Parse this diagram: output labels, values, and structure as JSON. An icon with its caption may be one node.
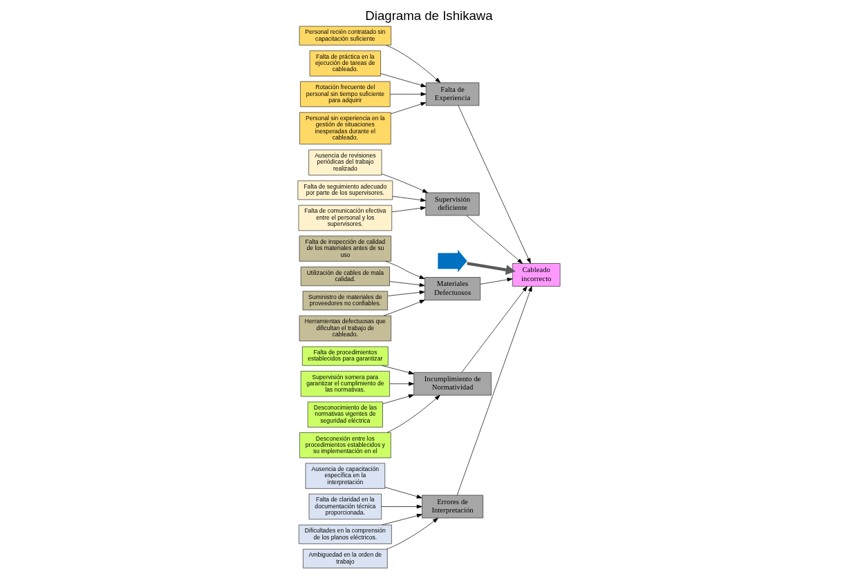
{
  "diagram": {
    "title": "Diagrama de Ishikawa",
    "nodes": [
      {
        "text": [
          "Errores de Interpretación"
        ]
      },
      {
        "text": [
          "Falta de Experiencia"
        ]
      },
      {
        "text": [
          "Supervisión deficiente"
        ]
      },
      {
        "text": [
          "Personal recién contratado sin capacitación suficiente"
        ]
      },
      {
        "text": [
          "Ausencia de revisiones periódicas del trabajo realizado"
        ]
      },
      {
        "text": [
          "Ausencia de capacitación específica en la interpretación"
        ]
      },
      {
        "text": [
          "Falta de claridad en la documentación técnica proporcionada."
        ]
      },
      {
        "text": [
          "Falta de práctica en la ejecución de tareas de cableado."
        ]
      },
      {
        "text": [
          "Falta de seguimiento adecuado por parte de los supervisores."
        ]
      },
      {
        "text": [
          "Rotación frecuente del personal sin tiempo suficiente para adquirir"
        ]
      },
      {
        "text": [
          "Falta de comunicación efectiva entre el personal y los supervisores."
        ]
      },
      {
        "text": [
          "Dificultades en la comprensión de los planos eléctricos."
        ]
      },
      {
        "text": [
          "Personal sin experiencia en la gestión de situaciones inesperadas durante el cableado."
        ]
      },
      {
        "text": [
          "Ambiguedad en la orden de trabajo"
        ]
      },
      {
        "text": [],
        "shape": "chevron"
      },
      {
        "text": [
          "Cableado incorrecto"
        ]
      },
      {
        "text": [
          "Falta de inspección de calidad de los materiales antes de su uso"
        ]
      },
      {
        "text": [
          "Falta de procedimientos establecidos para garantizar"
        ]
      },
      {
        "text": [
          "Utilización de cables de mala calidad."
        ]
      },
      {
        "text": [
          "Supervisión somera para garantizar el cumplimiento de las normativas."
        ]
      },
      {
        "text": [
          "Suministro de materiales de proveedores no confiables."
        ]
      },
      {
        "text": [
          "Desconocimiento de las normativas vigentes de seguridad eléctrica"
        ]
      },
      {
        "text": [
          "Herramientas defectuosas que dificultan el trabajo de cableado."
        ]
      },
      {
        "text": [
          "Desconexión entre los procedimientos establecidos y su implementación en el"
        ]
      },
      {
        "text": [
          "Materiales Defectuosos"
        ]
      },
      {
        "text": [
          "Incumplimiento de Normatividad"
        ]
      }
    ],
    "edges": [
      {
        "from": 4,
        "to": 2,
        "arrow": "to"
      },
      {
        "from": 8,
        "to": 2,
        "arrow": "to"
      },
      {
        "from": 10,
        "to": 2,
        "arrow": "to"
      },
      {
        "from": 5,
        "to": 0,
        "arrow": "to"
      },
      {
        "from": 6,
        "to": 0,
        "arrow": "to"
      },
      {
        "from": 11,
        "to": 0,
        "arrow": "to"
      },
      {
        "from": 13,
        "to": 0,
        "arrow": "to"
      },
      {
        "from": 3,
        "to": 1,
        "arrow": "to"
      },
      {
        "from": 7,
        "to": 1,
        "arrow": "to"
      },
      {
        "from": 9,
        "to": 1,
        "arrow": "to"
      },
      {
        "from": 12,
        "to": 1,
        "arrow": "to"
      },
      {
        "from": 16,
        "to": 24,
        "arrow": "to"
      },
      {
        "from": 18,
        "to": 24,
        "arrow": "to"
      },
      {
        "from": 20,
        "to": 24,
        "arrow": "to"
      },
      {
        "from": 22,
        "to": 24,
        "arrow": "to"
      },
      {
        "from": 17,
        "to": 25,
        "arrow": "to"
      },
      {
        "from": 19,
        "to": 25,
        "arrow": "to"
      },
      {
        "from": 21,
        "to": 25,
        "arrow": "to"
      },
      {
        "from": 23,
        "to": 25,
        "arrow": "to"
      },
      {
        "from": 2,
        "to": 15,
        "arrow": "to"
      },
      {
        "from": 0,
        "to": 15,
        "arrow": "to"
      },
      {
        "from": 1,
        "to": 15,
        "arrow": "to"
      },
      {
        "from": 24,
        "to": 15,
        "arrow": "to"
      },
      {
        "from": 25,
        "to": 15,
        "arrow": "to"
      },
      {
        "from": 14,
        "to": 15,
        "arrow": "to",
        "style": "thick",
        "color": "#595959"
      }
    ]
  }
}
